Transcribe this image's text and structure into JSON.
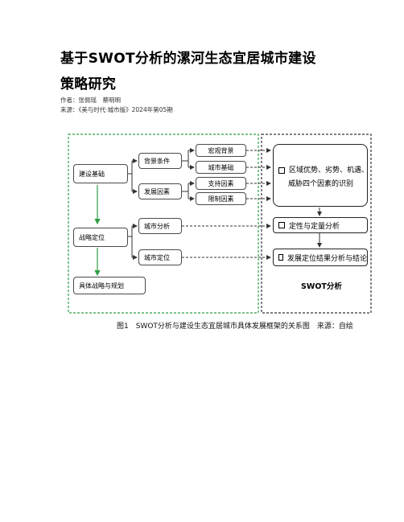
{
  "article": {
    "title_line1": "基于SWOT分析的漯河生态宜居城市建设",
    "title_line2": "策略研究",
    "authors_label": "作者：",
    "authors": "张佩瑶　蔡明明",
    "source_label": "来源：",
    "source": "《美与时代·城市版》2024年第05期"
  },
  "figure": {
    "left_nodes": {
      "construction_basis": "建设基础",
      "strategic_positioning": "战略定位",
      "strategy_planning": "具体战略与规划"
    },
    "mid_nodes": {
      "background": "背景条件",
      "development": "发展因素",
      "city_analysis": "城市分析",
      "city_positioning": "城市定位"
    },
    "right_nodes": {
      "macro": "宏观背景",
      "city_basis": "城市基础",
      "support": "支持因素",
      "limit": "限制因素"
    },
    "swot_boxes": {
      "identification": "区域优势、劣势、机遇、威胁四个因素的识别",
      "id_line1": "区域优势、劣势、机遇、",
      "id_line2": "威胁四个因素的识别",
      "qualitative": "定性与定量分析",
      "results": "发展定位结果分析与结论",
      "label": "SWOT分析"
    },
    "colors": {
      "green_dash": "#2e9e45",
      "black_dash": "#333333",
      "green_arrow": "#2e9e45"
    }
  },
  "caption": "图1　SWOT分析与建设生态宜居城市具体发展框架的关系图　来源：自绘"
}
